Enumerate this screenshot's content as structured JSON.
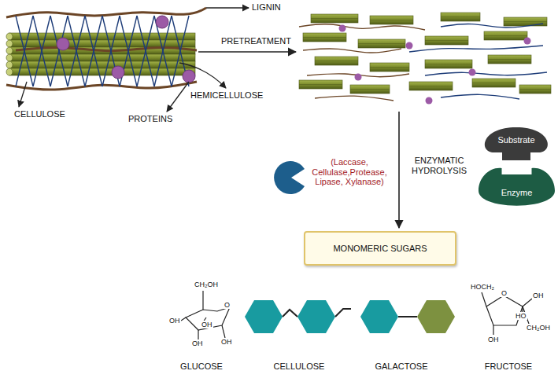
{
  "diagram": {
    "nodes": [
      {
        "text": [
          "MONOMERIC SUGARS"
        ]
      },
      {
        "text": [
          "Substrate"
        ]
      },
      {
        "text": [
          "Enzyme"
        ]
      }
    ],
    "labels": [
      "LIGNIN",
      "PRETREATMENT",
      "HEMICELLULOSE",
      "CELLULOSE",
      "PROTEINS",
      "(Laccase, Cellulase,Protease, Lipase, Xylanase)",
      "ENZYMATIC HYDROLYSIS",
      "CH₂OH",
      "O",
      "OH",
      "OH",
      "OH",
      "OH",
      "GLUCOSE",
      "CELLULOSE",
      "GALACTOSE",
      "HOCH₂",
      "O",
      "OH",
      "HO",
      "CH₂OH",
      "OH",
      "FRUCTOSE"
    ]
  }
}
